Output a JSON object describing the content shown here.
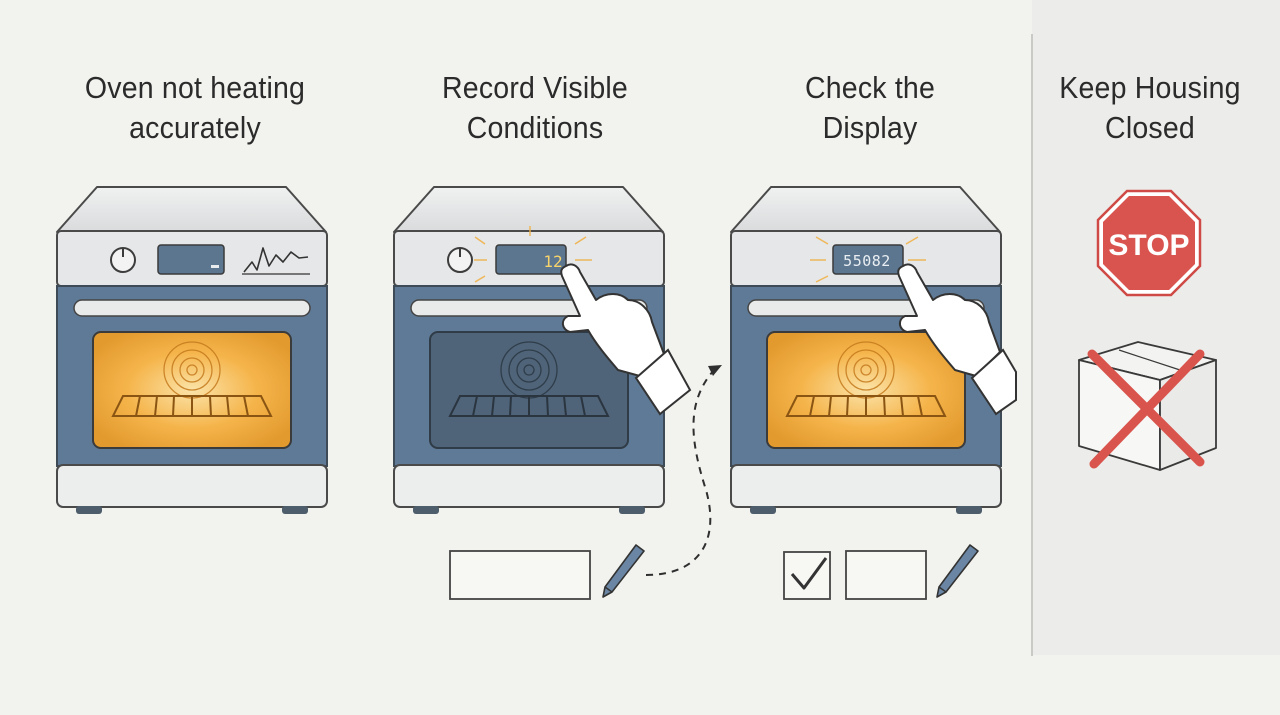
{
  "steps": [
    {
      "title": "Oven not heating\naccurately"
    },
    {
      "title": "Record Visible\nConditions",
      "display_reading": "12"
    },
    {
      "title": "Check the\nDisplay",
      "display_reading": "55082"
    }
  ],
  "side_panel": {
    "title": "Keep Housing\nClosed",
    "stop_sign_text": "STOP",
    "icons": [
      "stop-sign-icon",
      "crossed-out-box-icon"
    ]
  },
  "colors": {
    "background": "#f2f2ee",
    "oven_body": "#5f7a96",
    "oven_top": "#e3e5e6",
    "heat_glow": "#f2a93b",
    "stop_red": "#d9534f",
    "cross_red": "#d9544c"
  }
}
